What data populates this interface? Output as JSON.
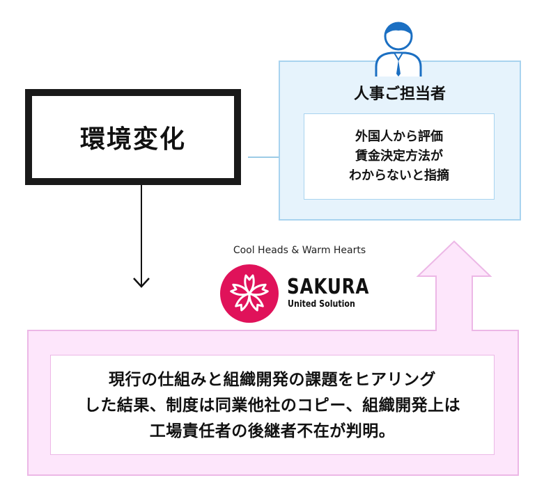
{
  "env_change": {
    "title": "環境変化"
  },
  "hr": {
    "title": "人事ご担当者",
    "lines": [
      "外国人から評価",
      "賃金決定方法が",
      "わからないと指摘"
    ]
  },
  "brand": {
    "tagline": "Cool Heads & Warm Hearts",
    "name": "SAKURA",
    "subtitle": "United Solution",
    "accent_color": "#e0125a"
  },
  "result": {
    "lines": [
      "現行の仕組みと組織開発の課題をヒアリング",
      "した結果、制度は同業他社のコピー、組織開発上は",
      "工場責任者の後継者不在が判明。"
    ]
  },
  "colors": {
    "blue_fill": "#e6f3fc",
    "blue_border": "#a8d3ef",
    "pink_fill": "#fde6fb",
    "pink_border": "#ecb7e6"
  }
}
